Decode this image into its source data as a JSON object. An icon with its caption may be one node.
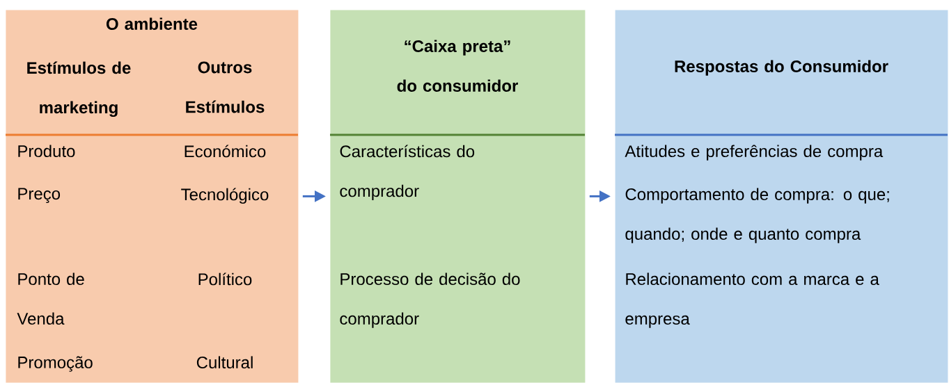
{
  "diagram": {
    "nodes": [
      {
        "text": [
          "O ambiente",
          "Estímulos de marketing",
          "Outros Estímulos",
          "Produto",
          "Económico",
          "Preço",
          "Tecnológico",
          "Ponto de Venda",
          "Político",
          "Promoção",
          "Cultural"
        ]
      },
      {
        "text": [
          "“Caixa preta” do consumidor",
          "Características do comprador",
          "Processo de decisão do comprador"
        ]
      },
      {
        "text": [
          "Respostas do Consumidor",
          "Atitudes e preferências de compra",
          "Comportamento de compra: o que; quando; onde e quanto compra",
          "Relacionamento com a marca e a empresa"
        ]
      }
    ],
    "edges": [
      {
        "from": 0,
        "to": 1,
        "arrow": "to"
      },
      {
        "from": 1,
        "to": 2,
        "arrow": "to"
      }
    ]
  }
}
